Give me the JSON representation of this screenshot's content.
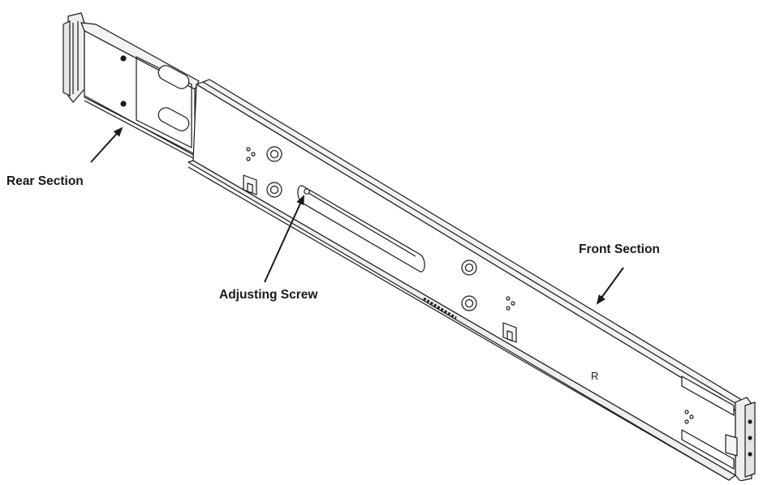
{
  "labels": {
    "rear_section": "Rear Section",
    "adjusting_screw": "Adjusting Screw",
    "front_section": "Front Section"
  },
  "side_mark": "R",
  "colors": {
    "line": "#1a1a1a",
    "background": "#ffffff",
    "fill_light": "#fafafa",
    "fill_shade": "#eeeeee"
  }
}
